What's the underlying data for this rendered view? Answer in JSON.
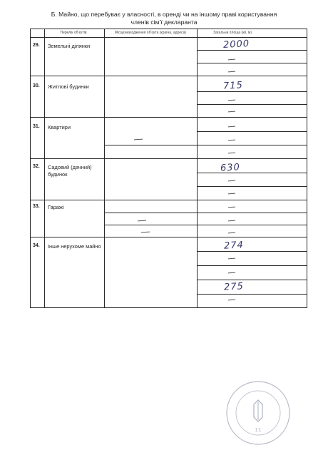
{
  "heading": {
    "line1": "Б. Майно, що перебуває у власності, в оренді чи на іншому праві користування",
    "line2": "членів сім’ї декларанта"
  },
  "table": {
    "columns": [
      "Перелік об’єктів",
      "Місцезнаходження об’єкта (країна, адреса)",
      "Загальна площа (кв. м)"
    ],
    "rows": [
      {
        "num": "29.",
        "label": "Земельні ділянки",
        "area_entries": [
          "2000"
        ]
      },
      {
        "num": "30.",
        "label": "Житлові будинки",
        "area_entries": [
          "715"
        ]
      },
      {
        "num": "31.",
        "label": "Квартири",
        "area_entries": []
      },
      {
        "num": "32.",
        "label": "Садовий (дачний) будинок",
        "area_entries": [
          "630"
        ]
      },
      {
        "num": "33.",
        "label": "Гаражі",
        "area_entries": []
      },
      {
        "num": "34.",
        "label": "Інше нерухоме майно",
        "area_entries": [
          "274",
          "275"
        ]
      }
    ]
  },
  "stamp": {
    "text": "",
    "number": "11"
  }
}
